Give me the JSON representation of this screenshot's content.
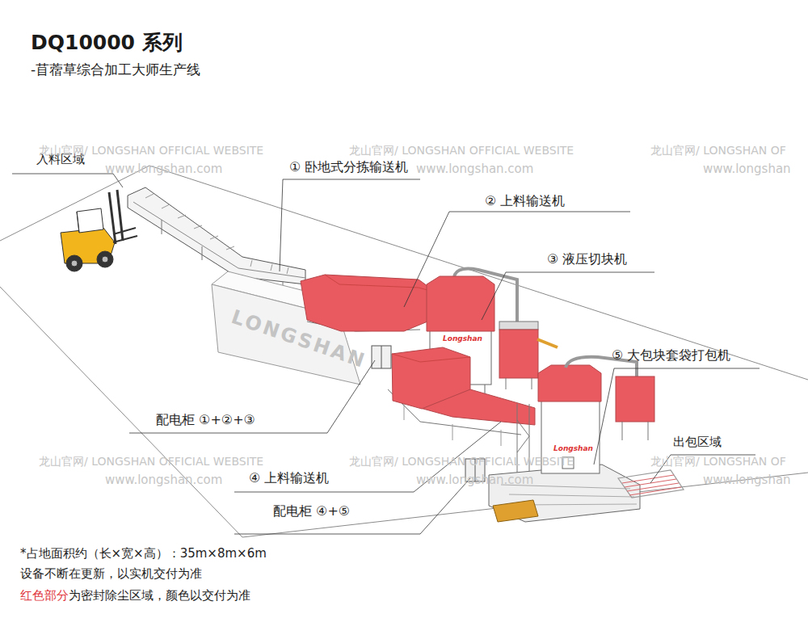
{
  "diagram": {
    "title": "DQ10000 系列",
    "labels": [
      "-苜蓿草综合加工大师生产线",
      "入料区域",
      "① 卧地式分拣输送机",
      "② 上料输送机",
      "③ 液压切块机",
      "⑤ 大包块套袋打包机",
      "配电柜 ①+②+③",
      "出包区域",
      "④ 上料输送机",
      "配电柜 ④+⑤",
      "*占地面积约（长×宽×高）：35m×8m×6m",
      "设备不断在更新，以实机交付为准",
      "红色部分",
      "为密封除尘区域，颜色以交付为准",
      "LONGSHAN",
      "Longshan",
      "Longshan",
      "龙山官网/ LONGSHAN OFFICIAL WEBSITE",
      "www.longshan.com",
      "龙山官网/ LONGSHAN OFFICIAL WEBSITE",
      "www.longshan.com",
      "龙山官网/ LONGSHAN OF",
      "www.longshan",
      "龙山官网/ LONGSHAN OFFICIAL WEBSITE",
      "www.longshan.com",
      "龙山官网/ LONGSHAN OFFICIAL WEBSITE",
      "www.longshan.com",
      "龙山官网/ LONGSHAN OF",
      "www.longshan"
    ]
  }
}
